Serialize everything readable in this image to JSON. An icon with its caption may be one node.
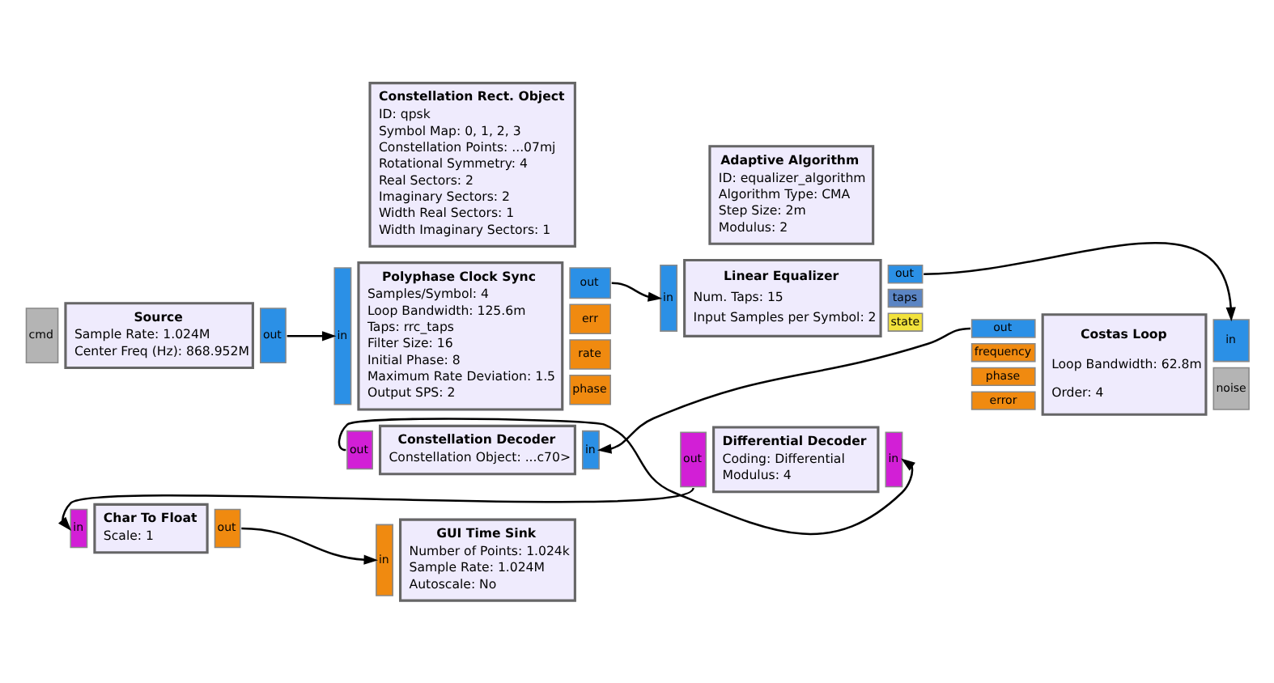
{
  "diagram": {
    "nodes": [
      {
        "text": [
          "Source",
          "Sample Rate: 1.024M",
          "Center Freq (Hz): 868.952M",
          "cmd",
          "out"
        ]
      },
      {
        "text": [
          "Polyphase Clock Sync",
          "Samples/Symbol: 4",
          "Loop Bandwidth: 125.6m",
          "Taps: rrc_taps",
          "Filter Size: 16",
          "Initial Phase: 8",
          "Maximum Rate Deviation: 1.5",
          "Output SPS: 2",
          "in",
          "out",
          "err",
          "rate",
          "phase"
        ]
      },
      {
        "text": [
          "Linear Equalizer",
          "Num. Taps: 15",
          "Input Samples per Symbol: 2",
          "in",
          "out",
          "taps",
          "state"
        ]
      },
      {
        "text": [
          "Adaptive Algorithm",
          "ID: equalizer_algorithm",
          "Algorithm Type: CMA",
          "Step Size: 2m",
          "Modulus: 2"
        ]
      },
      {
        "text": [
          "Constellation Rect. Object",
          "ID: qpsk",
          "Symbol Map: 0, 1, 2, 3",
          "Constellation Points: ...07mj",
          "Rotational Symmetry: 4",
          "Real Sectors: 2",
          "Imaginary Sectors: 2",
          "Width Real Sectors: 1",
          "Width Imaginary Sectors: 1"
        ]
      },
      {
        "text": [
          "Costas Loop",
          "Loop Bandwidth: 62.8m",
          "Order: 4",
          "out",
          "frequency",
          "phase",
          "error",
          "in",
          "noise"
        ]
      },
      {
        "text": [
          "Differential Decoder",
          "Coding: Differential",
          "Modulus: 4",
          "out",
          "in"
        ]
      },
      {
        "text": [
          "Constellation Decoder",
          "Constellation Object: ...c70>",
          "out",
          "in"
        ]
      },
      {
        "text": [
          "Char To Float",
          "Scale: 1",
          "in",
          "out"
        ]
      },
      {
        "text": [
          "GUI Time Sink",
          "Number of Points: 1.024k",
          "Sample Rate: 1.024M",
          "Autoscale: No",
          "in"
        ]
      }
    ],
    "edges": [
      {
        "from": 0,
        "to": 1,
        "arrow": "to"
      },
      {
        "from": 1,
        "to": 2,
        "arrow": "to"
      },
      {
        "from": 2,
        "to": 5,
        "arrow": "to"
      },
      {
        "from": 5,
        "to": 7,
        "arrow": "to"
      },
      {
        "from": 7,
        "to": 6,
        "arrow": "to"
      },
      {
        "from": 6,
        "to": 8,
        "arrow": "to"
      },
      {
        "from": 8,
        "to": 9,
        "arrow": "to"
      }
    ]
  }
}
